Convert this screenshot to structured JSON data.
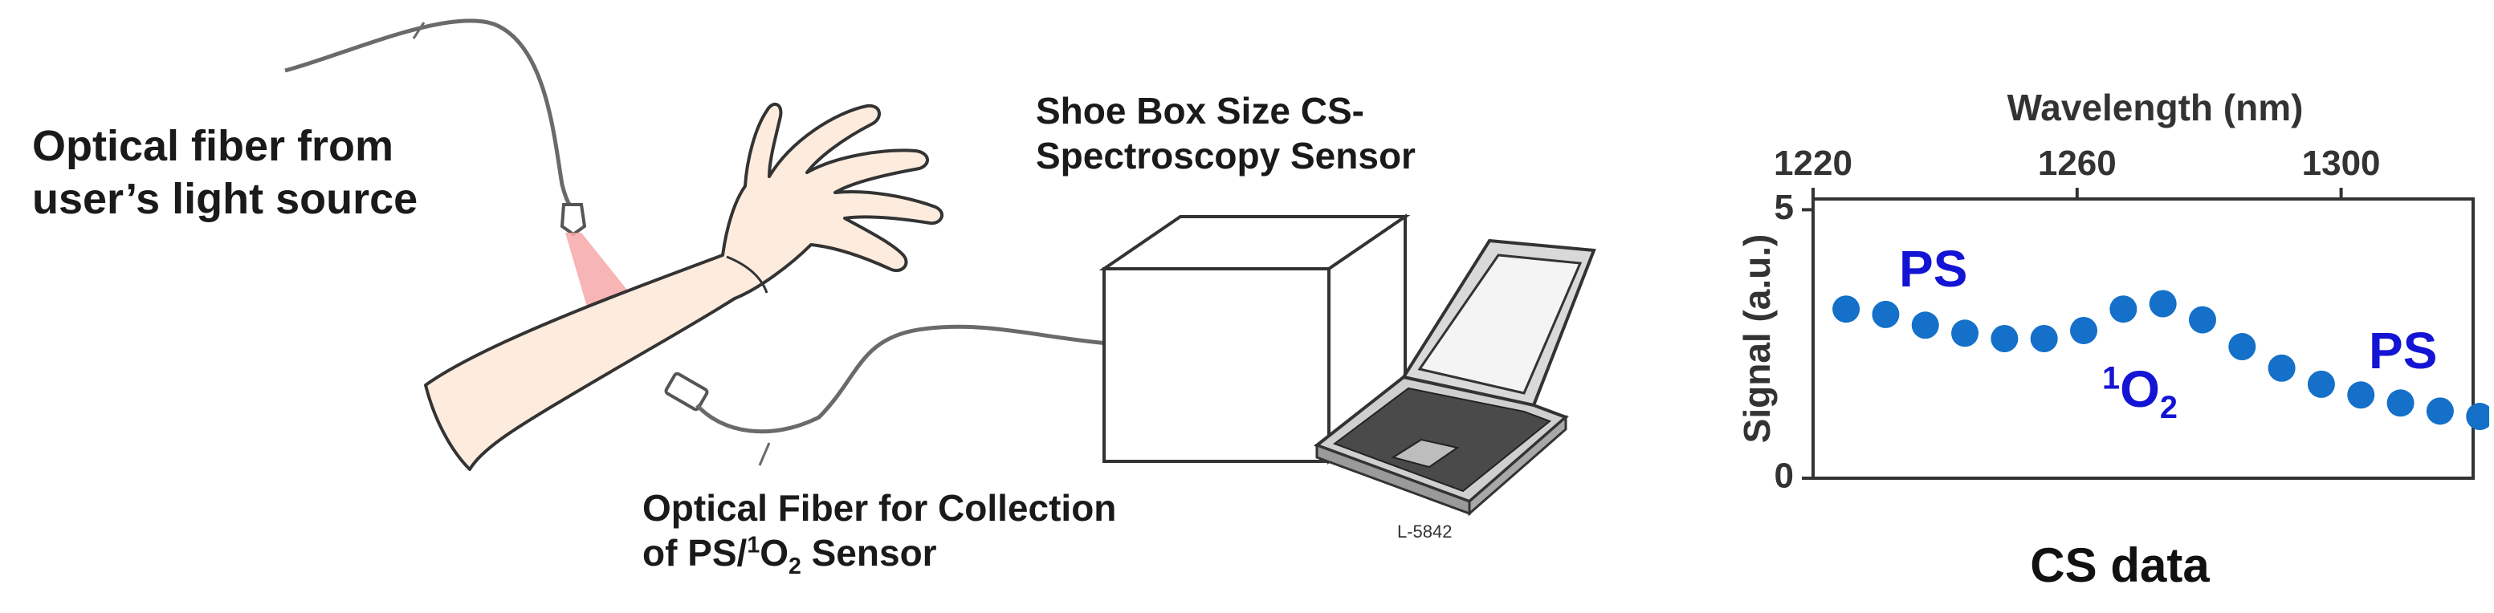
{
  "labels": {
    "fiber_source_line1": "Optical fiber from",
    "fiber_source_line2": "user’s light source",
    "sensor_line1": "Shoe Box Size CS-",
    "sensor_line2": "Spectroscopy Sensor",
    "collection_line1": "Optical Fiber for Collection",
    "collection_line2_prefix": "of PS/",
    "collection_sup": "1",
    "collection_o": "O",
    "collection_sub": "2",
    "collection_suffix": " Sensor",
    "laptop_id": "L-5842"
  },
  "annotations": {
    "ps_left": "PS",
    "ps_right": "PS",
    "singlet_sup": "1",
    "singlet_o": "O",
    "singlet_sub": "2"
  },
  "colors": {
    "series": "#1470c8",
    "annotation": "#1414d4",
    "skin": "#fdecde",
    "laser": "#f25c5c"
  },
  "chart_data": {
    "type": "scatter",
    "title": "CS data",
    "xlabel": "Wavelength (nm)",
    "ylabel": "Signal (a.u.)",
    "xlim": [
      1220,
      1320
    ],
    "ylim": [
      0,
      5.2
    ],
    "xticks": [
      1220,
      1260,
      1300
    ],
    "yticks": [
      0,
      5
    ],
    "x_axis_position": "top",
    "grid": false,
    "series": [
      {
        "x": [
          1225,
          1231,
          1237,
          1243,
          1249,
          1255,
          1261,
          1267,
          1273,
          1279,
          1285,
          1291,
          1297,
          1303,
          1309,
          1315,
          1321
        ],
        "y": [
          3.15,
          3.05,
          2.85,
          2.7,
          2.6,
          2.6,
          2.75,
          3.15,
          3.25,
          2.95,
          2.45,
          2.05,
          1.75,
          1.55,
          1.4,
          1.25,
          1.15
        ]
      }
    ]
  }
}
